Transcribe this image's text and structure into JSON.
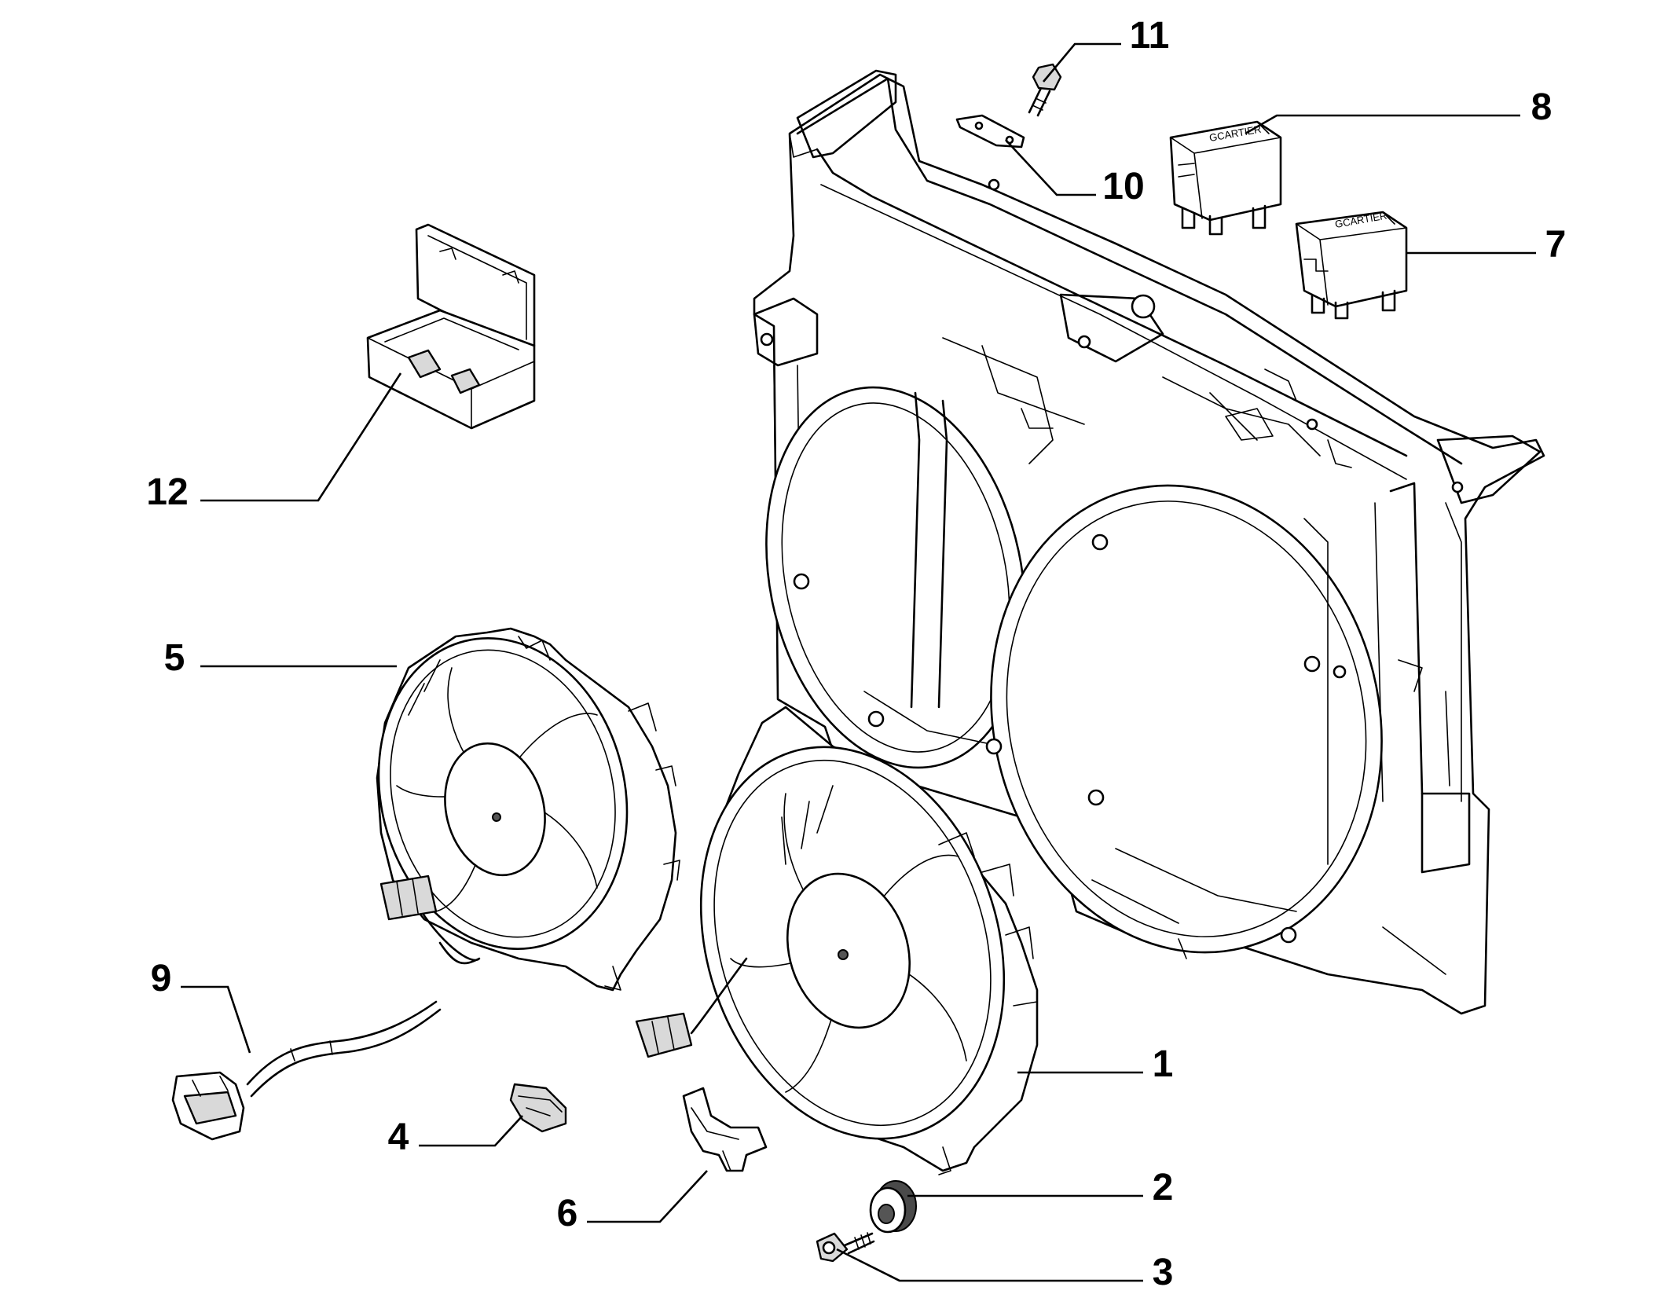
{
  "diagram": {
    "parts": [
      {
        "number": "1",
        "icon": "radiator-fan-right-icon"
      },
      {
        "number": "2",
        "icon": "rubber-bushing-icon"
      },
      {
        "number": "3",
        "icon": "bolt-icon"
      },
      {
        "number": "4",
        "icon": "connector-clip-icon"
      },
      {
        "number": "5",
        "icon": "radiator-fan-left-icon"
      },
      {
        "number": "6",
        "icon": "wiring-bracket-icon"
      },
      {
        "number": "7",
        "icon": "relay-icon"
      },
      {
        "number": "8",
        "icon": "relay-icon"
      },
      {
        "number": "9",
        "icon": "wiring-harness-icon"
      },
      {
        "number": "10",
        "icon": "mounting-plate-icon"
      },
      {
        "number": "11",
        "icon": "screw-icon"
      },
      {
        "number": "12",
        "icon": "fuse-box-icon"
      }
    ],
    "relay_label": "GCARTIER"
  }
}
